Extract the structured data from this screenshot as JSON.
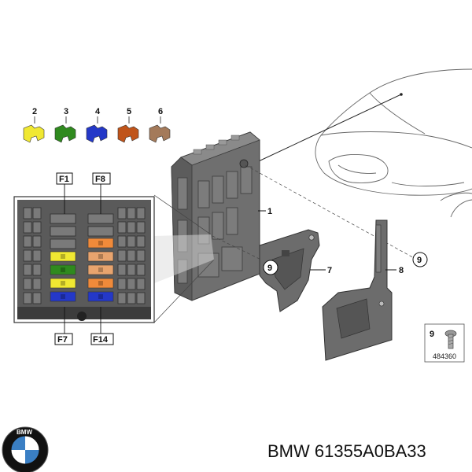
{
  "fuse_variants": [
    {
      "label": "2",
      "color": "#f0e832"
    },
    {
      "label": "3",
      "color": "#2f8a1e"
    },
    {
      "label": "4",
      "color": "#2438c8"
    },
    {
      "label": "5",
      "color": "#c0541a"
    },
    {
      "label": "6",
      "color": "#a47a5a"
    }
  ],
  "fuse_panel": {
    "top_left_label": "F1",
    "top_right_label": "F8",
    "bottom_left_label": "F7",
    "bottom_right_label": "F14",
    "left_column_colors": [
      "#f0e832",
      "#2f8a1e",
      "#f0e832",
      "#2438c8"
    ],
    "right_column_colors": [
      "#f08a3a",
      "#e8a46e",
      "#e8a46e",
      "#f08a3a",
      "#2438c8"
    ]
  },
  "callouts": {
    "module": "1",
    "bracket": "7",
    "holder": "8",
    "screw_left": "9",
    "screw_right": "9"
  },
  "screw_box": {
    "number": "9",
    "code": "484360"
  },
  "brand": {
    "logo_text": "BMW",
    "part_number": "BMW 61355A0BA33"
  }
}
